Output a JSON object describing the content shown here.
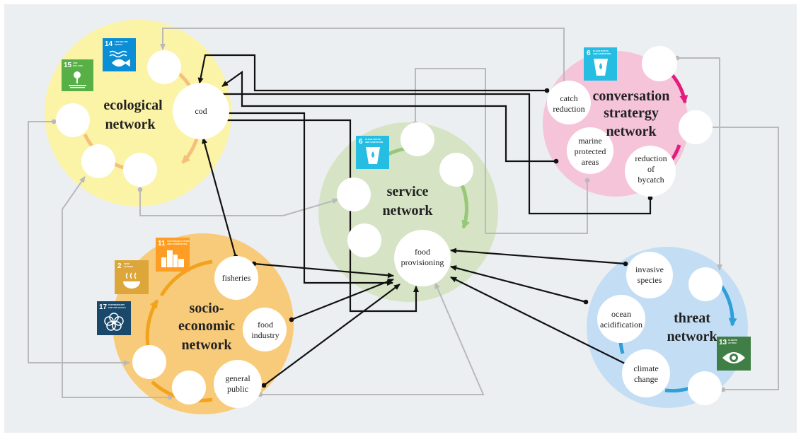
{
  "colors": {
    "background_panel": "#eceff1",
    "ecological": "#fbf3a6",
    "ecological_arrow": "#f4c07a",
    "conservation": "#f5c4d9",
    "conservation_arrow": "#e21d7d",
    "service": "#d6e3c4",
    "service_arrow": "#96c878",
    "socio": "#f8cb7a",
    "socio_arrow": "#f3a21c",
    "threat": "#c3def4",
    "threat_arrow": "#2f9fd9",
    "link_black": "#111111",
    "link_grey": "#b9b9b9"
  },
  "networks": {
    "ecological": {
      "title_line1": "ecological",
      "title_line2": "network"
    },
    "conservation": {
      "title_line1": "conversation",
      "title_line2": "stratergy",
      "title_line3": "network"
    },
    "service": {
      "title_line1": "service",
      "title_line2": "network"
    },
    "socio": {
      "title_line1": "socio-",
      "title_line2": "economic",
      "title_line3": "network"
    },
    "threat": {
      "title_line1": "threat",
      "title_line2": "network"
    }
  },
  "nodes": {
    "cod": "cod",
    "catch_reduction": {
      "line1": "catch",
      "line2": "reduction"
    },
    "marine_protected_areas": {
      "line1": "marine",
      "line2": "protected",
      "line3": "areas"
    },
    "reduction_of_bycatch": {
      "line1": "reduction",
      "line2": "of",
      "line3": "bycatch"
    },
    "food_provisioning": {
      "line1": "food",
      "line2": "provisioning"
    },
    "fisheries": "fisheries",
    "food_industry": {
      "line1": "food",
      "line2": "industry"
    },
    "general_public": {
      "line1": "general",
      "line2": "public"
    },
    "invasive_species": {
      "line1": "invasive",
      "line2": "species"
    },
    "ocean_acidification": {
      "line1": "ocean",
      "line2": "acidification"
    },
    "climate_change": {
      "line1": "climate",
      "line2": "change"
    }
  },
  "sdg_icons": [
    {
      "id": "sdg-15",
      "number": "15",
      "caption1": "LIFE",
      "caption2": "ON LAND",
      "color": "#56b046",
      "icon": "tree-icon"
    },
    {
      "id": "sdg-14-eco",
      "number": "14",
      "caption1": "LIFE BELOW",
      "caption2": "WATER",
      "color": "#0a8ed6",
      "icon": "fish-icon"
    },
    {
      "id": "sdg-6-cons",
      "number": "6",
      "caption1": "CLEAN WATER",
      "caption2": "AND SANITATION",
      "color": "#26bde2",
      "icon": "water-drop-icon"
    },
    {
      "id": "sdg-6-serv",
      "number": "6",
      "caption1": "CLEAN WATER",
      "caption2": "AND SANITATION",
      "color": "#26bde2",
      "icon": "water-drop-icon"
    },
    {
      "id": "sdg-11",
      "number": "11",
      "caption1": "SUSTAINABLE CITIES",
      "caption2": "AND COMMUNITIES",
      "color": "#fd9d24",
      "icon": "city-icon"
    },
    {
      "id": "sdg-2",
      "number": "2",
      "caption1": "ZERO",
      "caption2": "HUNGER",
      "color": "#dda63a",
      "icon": "bowl-icon"
    },
    {
      "id": "sdg-17",
      "number": "17",
      "caption1": "PARTNERSHIPS",
      "caption2": "FOR THE GOALS",
      "color": "#19486a",
      "icon": "partnership-icon"
    },
    {
      "id": "sdg-13",
      "number": "13",
      "caption1": "CLIMATE",
      "caption2": "ACTION",
      "color": "#3f7e44",
      "icon": "eye-globe-icon"
    }
  ]
}
